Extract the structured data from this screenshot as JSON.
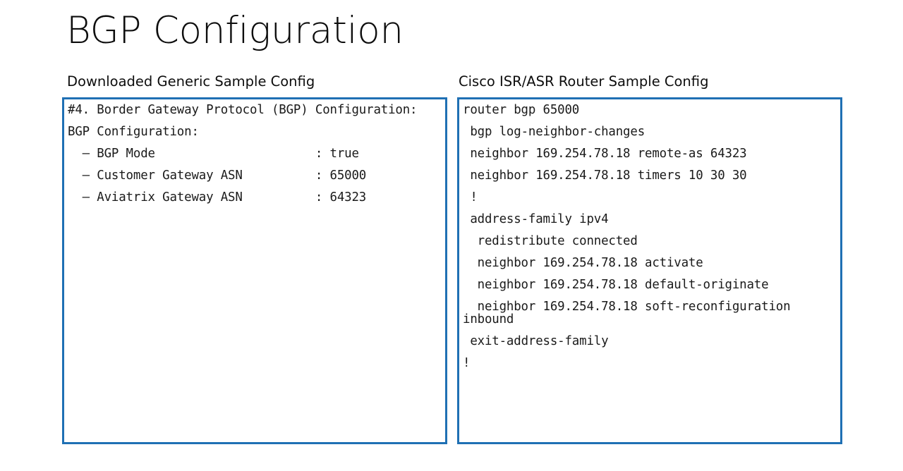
{
  "slide": {
    "title": "BGP Configuration",
    "accent_color": "#1f70b4",
    "text_color": "#0d0d0d",
    "background_color": "#ffffff"
  },
  "left_column": {
    "heading": "Downloaded Generic Sample Config",
    "code_lines": [
      "#4. Border Gateway Protocol (BGP) Configuration:",
      "BGP Configuration:",
      "  – BGP Mode                      : true",
      "  – Customer Gateway ASN          : 65000",
      "  – Aviatrix Gateway ASN          : 64323"
    ],
    "values": {
      "bgp_mode": "true",
      "customer_gateway_asn": "65000",
      "aviatrix_gateway_asn": "64323"
    }
  },
  "right_column": {
    "heading": "Cisco ISR/ASR Router Sample Config",
    "code_lines": [
      "router bgp 65000",
      " bgp log-neighbor-changes",
      " neighbor 169.254.78.18 remote-as 64323",
      " neighbor 169.254.78.18 timers 10 30 30",
      " !",
      " address-family ipv4",
      "  redistribute connected",
      "  neighbor 169.254.78.18 activate",
      "  neighbor 169.254.78.18 default-originate",
      "  neighbor 169.254.78.18 soft-reconfiguration inbound",
      " exit-address-family",
      "!"
    ],
    "values": {
      "local_as": "65000",
      "neighbor_ip": "169.254.78.18",
      "remote_as": "64323",
      "timers": "10 30 30",
      "address_family": "ipv4"
    }
  }
}
